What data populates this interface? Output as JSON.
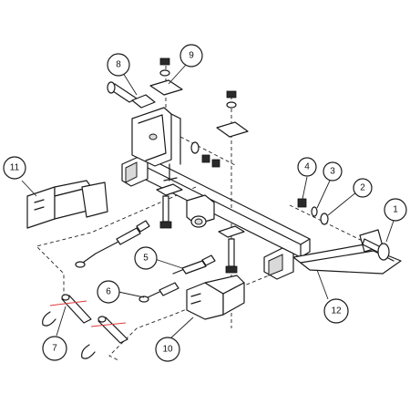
{
  "callouts": [
    {
      "id": "1",
      "label": "1"
    },
    {
      "id": "2",
      "label": "2"
    },
    {
      "id": "3",
      "label": "3"
    },
    {
      "id": "4",
      "label": "4"
    },
    {
      "id": "5",
      "label": "5"
    },
    {
      "id": "6",
      "label": "6"
    },
    {
      "id": "7",
      "label": "7"
    },
    {
      "id": "8",
      "label": "8"
    },
    {
      "id": "9",
      "label": "9"
    },
    {
      "id": "10",
      "label": "10"
    },
    {
      "id": "11",
      "label": "11"
    },
    {
      "id": "12",
      "label": "12"
    }
  ],
  "colors": {
    "ink": "#1a1a1a",
    "accent_line": "#e23b3b",
    "background": "#ffffff"
  }
}
